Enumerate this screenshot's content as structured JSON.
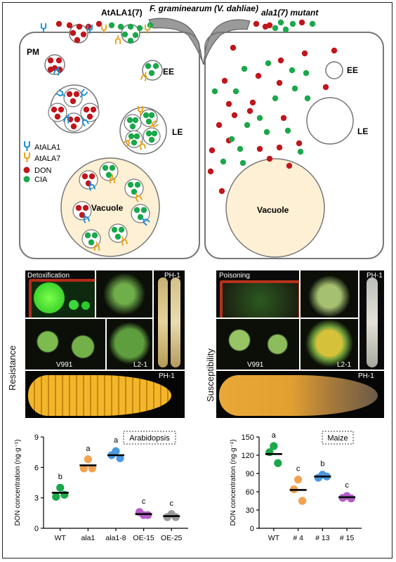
{
  "top_labels": {
    "pathogen": "F. graminearum (V. dahliae)",
    "wt_protein": "AtALA1(7)",
    "mutant": "ala1(7) mutant"
  },
  "cell_left": {
    "pm": "PM",
    "ee": "EE",
    "le": "LE",
    "vacuole": "Vacuole",
    "legend": [
      {
        "label": "AtALA1",
        "color": "#1b8fd6",
        "kind": "transporter"
      },
      {
        "label": "AtALA7",
        "color": "#e8a21a",
        "kind": "transporter"
      },
      {
        "label": "DON",
        "color": "#c0161c",
        "kind": "dot"
      },
      {
        "label": "CIA",
        "color": "#1aa84a",
        "kind": "dot"
      }
    ]
  },
  "cell_right": {
    "ee": "EE",
    "le": "LE",
    "vacuole": "Vacuole"
  },
  "photos_left": {
    "side_label": "Resistance",
    "detox": "Detoxification",
    "ph1_top": "PH-1",
    "v991": "V991",
    "l21": "L2-1",
    "ph1_bottom": "PH-1"
  },
  "photos_right": {
    "side_label": "Susceptibility",
    "poison": "Poisoning",
    "ph1_top": "PH-1",
    "v991": "V991",
    "l21": "L2-1",
    "ph1_bottom": "PH-1"
  },
  "colors": {
    "don": "#c0161c",
    "cia": "#1aa84a",
    "ala1": "#1b8fd6",
    "ala7": "#e8a21a",
    "vacuole": "#fdf0d5"
  },
  "chart_data": [
    {
      "type": "scatter",
      "title": "Arabidopsis",
      "ylabel": "DON concentration (ng·g⁻¹)",
      "ylim": [
        0,
        9
      ],
      "yticks": [
        0,
        3,
        6,
        9
      ],
      "categories": [
        "WT",
        "ala1",
        "ala1-8",
        "OE-15",
        "OE-25"
      ],
      "colors": [
        "#1aa84a",
        "#f3a24f",
        "#4a98e0",
        "#b55cc9",
        "#9a9a9a"
      ],
      "means": [
        3.5,
        6.2,
        7.2,
        1.4,
        1.2
      ],
      "points": [
        [
          4.0,
          3.1,
          3.3
        ],
        [
          6.8,
          5.9,
          5.9
        ],
        [
          7.6,
          7.2,
          6.9
        ],
        [
          1.3,
          1.6,
          1.3
        ],
        [
          1.4,
          1.1,
          1.1
        ]
      ],
      "letters": [
        "b",
        "a",
        "a",
        "c",
        "c"
      ]
    },
    {
      "type": "scatter",
      "title": "Maize",
      "ylabel": "DON concentration (ng·g⁻¹)",
      "ylim": [
        0,
        150
      ],
      "yticks": [
        0,
        30,
        60,
        90,
        120,
        150
      ],
      "categories": [
        "WT",
        "# 4",
        "# 13",
        "# 15"
      ],
      "colors": [
        "#1aa84a",
        "#f3a24f",
        "#4a98e0",
        "#b55cc9"
      ],
      "means": [
        122,
        63,
        85,
        51
      ],
      "points": [
        [
          135,
          125,
          107
        ],
        [
          80,
          64,
          45
        ],
        [
          88,
          83,
          85
        ],
        [
          53,
          50,
          49
        ]
      ],
      "letters": [
        "a",
        "c",
        "b",
        "c"
      ]
    }
  ]
}
